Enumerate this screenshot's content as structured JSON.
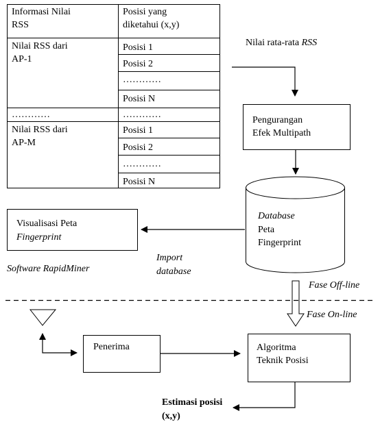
{
  "table": {
    "header_left": "Informasi Nilai\nRSS",
    "header_right": "Posisi yang\ndiketahui (x,y)",
    "group1": {
      "label": "Nilai RSS dari\nAP-1",
      "rows": [
        "Posisi 1",
        "Posisi 2",
        "…………",
        "Posisi N"
      ]
    },
    "middle_left": "…………",
    "middle_right": "…………",
    "group2": {
      "label": "Nilai RSS dari\nAP-M",
      "rows": [
        "Posisi 1",
        "Posisi 2",
        "…………",
        "Posisi N"
      ]
    }
  },
  "boxes": {
    "multipath": "Pengurangan\nEfek Multipath",
    "database": {
      "line1": "Database",
      "rest": "Peta\nFingerprint"
    },
    "visualization": {
      "line1": "Visualisasi Peta",
      "line2": "Fingerprint"
    },
    "receiver": "Penerima",
    "algorithm": "Algoritma\nTeknik Posisi"
  },
  "labels": {
    "rss_average": {
      "prefix": "Nilai rata-rata ",
      "italic": "RSS"
    },
    "software": "Software RapidMiner",
    "import_database": "Import\ndatabase",
    "offline": "Fase Off-line",
    "online": "Fase On-line",
    "estimate": "Estimasi posisi\n(x,y)"
  }
}
